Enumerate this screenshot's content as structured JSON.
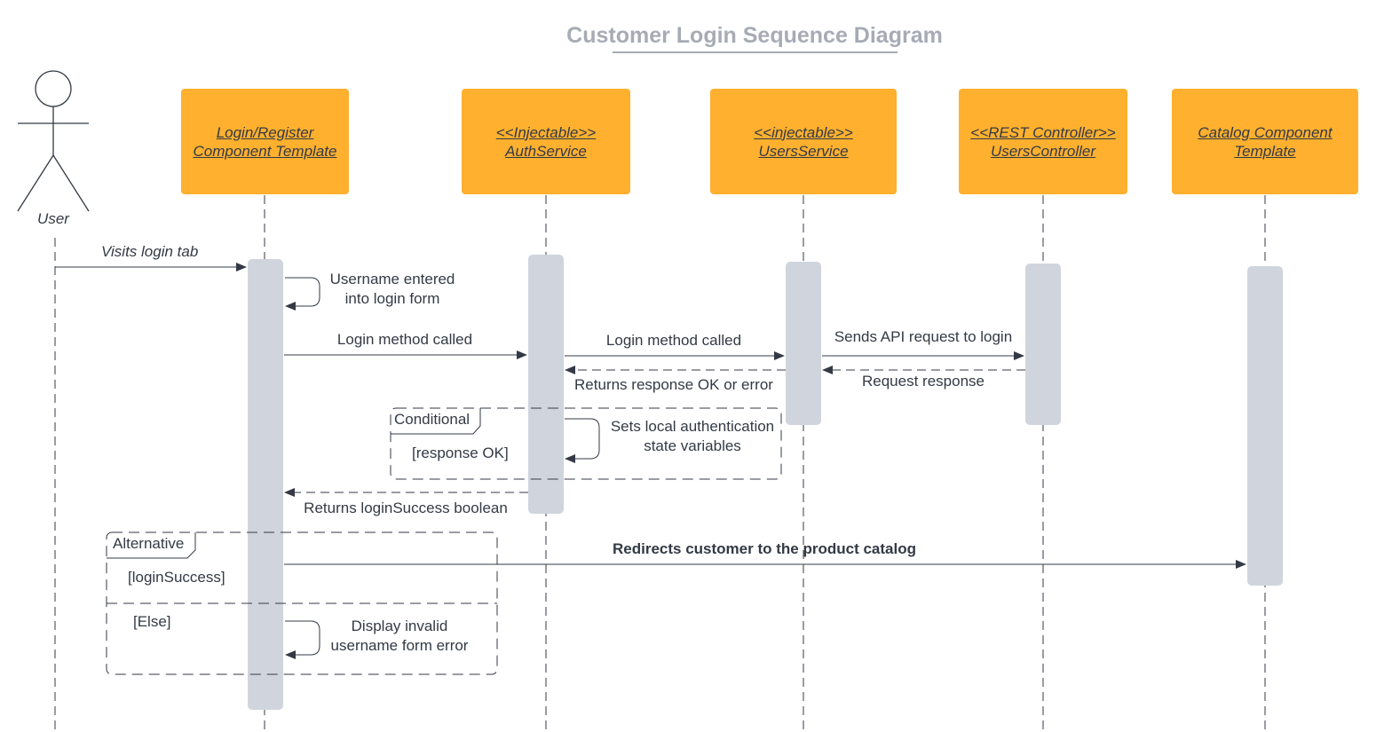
{
  "title": "Customer Login Sequence Diagram",
  "actor": {
    "label": "User"
  },
  "participants": [
    {
      "line1": "Login/Register",
      "line2": "Component Template"
    },
    {
      "line1": "<<Injectable>>",
      "line2": "AuthService"
    },
    {
      "line1": "<<injectable>>",
      "line2": "UsersService"
    },
    {
      "line1": "<<REST Controller>>",
      "line2": "UsersController"
    },
    {
      "line1": "Catalog Component",
      "line2": "Template"
    }
  ],
  "messages": {
    "visits_login_tab": "Visits login tab",
    "username_entered_1": "Username entered",
    "username_entered_2": "into login form",
    "login_called_1": "Login method called",
    "login_called_2": "Login method called",
    "sends_api_request": "Sends API request to login",
    "returns_response": "Returns response OK or error",
    "request_response": "Request response",
    "sets_local_1": "Sets local authentication",
    "sets_local_2": "state variables",
    "returns_login_success": "Returns loginSuccess boolean",
    "redirects": "Redirects customer to the product catalog",
    "display_invalid_1": "Display invalid",
    "display_invalid_2": "username form error"
  },
  "fragments": {
    "conditional": {
      "label": "Conditional",
      "guard": "[response OK]"
    },
    "alternative": {
      "label": "Alternative",
      "guard": "[loginSuccess]",
      "else": "[Else]"
    }
  },
  "colors": {
    "participant_fill": "#ffb02e",
    "activation_fill": "#d0d5dd",
    "line": "#333a45",
    "title": "#a6abb5"
  }
}
